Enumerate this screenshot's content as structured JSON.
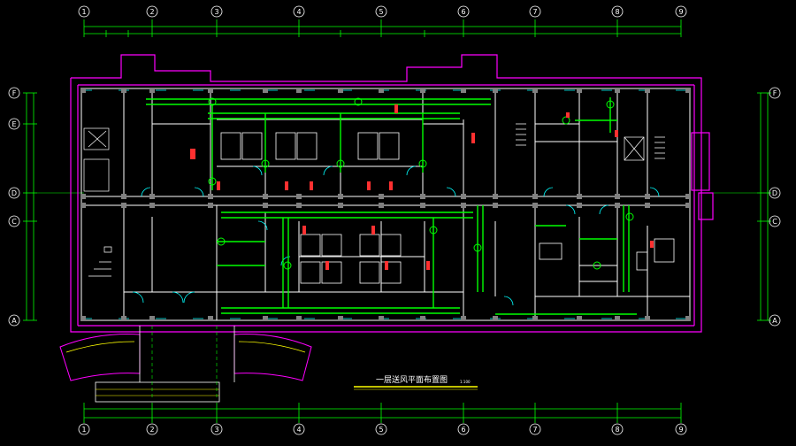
{
  "drawing": {
    "title": "一层送风平面布置图",
    "scale_note": "1:100"
  },
  "axes": {
    "columns": [
      "1",
      "2",
      "3",
      "4",
      "5",
      "6",
      "7",
      "8",
      "9"
    ],
    "rows_left": [
      "F",
      "E",
      "D",
      "C",
      "A"
    ],
    "rows_right": [
      "F",
      "D",
      "C",
      "A"
    ]
  },
  "colors": {
    "background": "#000000",
    "wall": "#ffffff",
    "outline": "#ff00ff",
    "duct": "#00ff00",
    "column": "#808080",
    "dimension": "#00ff00",
    "door": "#00ffff",
    "label_red": "#ff3030",
    "title_underline": "#ffff00"
  }
}
